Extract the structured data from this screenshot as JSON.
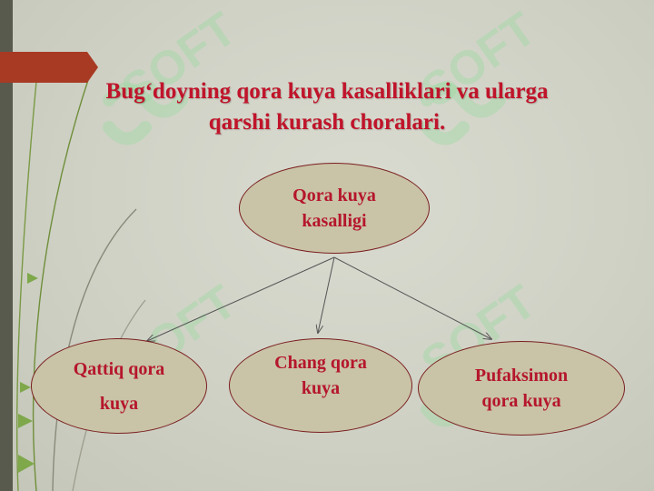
{
  "slide": {
    "title_line1": "Bug‘doyning qora kuya kasalliklari va ularga",
    "title_line2": "qarshi kurash choralari."
  },
  "diagram": {
    "root": {
      "line1": "Qora kuya",
      "line2": "kasalligi"
    },
    "children": [
      {
        "line1": "Qattiq qora",
        "line2": "kuya"
      },
      {
        "line1": "Chang qora",
        "line2": "kuya"
      },
      {
        "line1": "Pufaksimon",
        "line2": "qora  kuya"
      }
    ]
  },
  "watermark_text": "SOFT",
  "colors": {
    "title": "#c0142a",
    "node_text": "#b5162b",
    "node_fill": "#c9c3a7",
    "node_border": "#7a1f1f",
    "ribbon": "#a83a24",
    "background": "#d4d6cb"
  }
}
